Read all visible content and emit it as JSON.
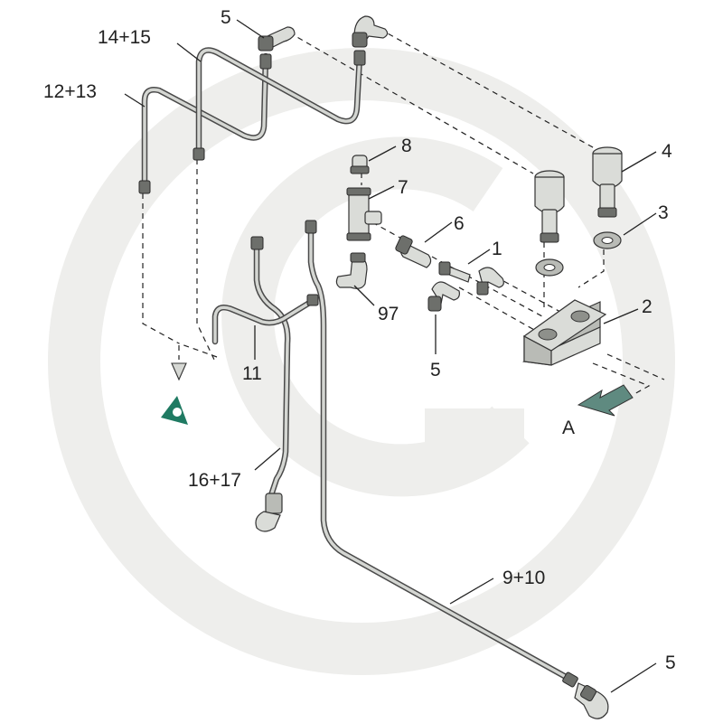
{
  "callouts": {
    "c5_top": "5",
    "c14_15": "14+15",
    "c12_13": "12+13",
    "c8": "8",
    "c7": "7",
    "c4": "4",
    "c6": "6",
    "c3": "3",
    "c1": "1",
    "c2": "2",
    "c97": "97",
    "c5_mid": "5",
    "c11": "11",
    "cA": "A",
    "c16_17": "16+17",
    "c9_10": "9+10",
    "c5_bottom": "5"
  },
  "colors": {
    "arrow": "#5f8a80",
    "marker": "#1f7a62",
    "watermark": "#eeeeec"
  }
}
